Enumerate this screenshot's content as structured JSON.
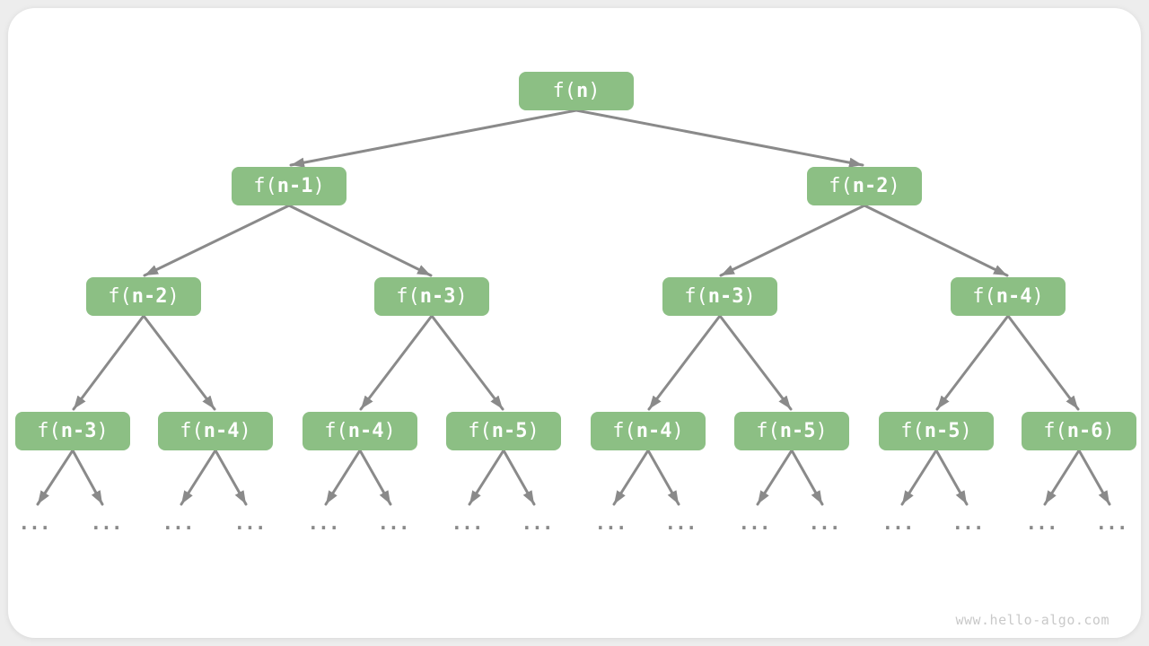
{
  "syntax": {
    "prefix": "f(",
    "suffix": ")"
  },
  "nodes": [
    {
      "label": "f(n)",
      "arg": "n"
    },
    {
      "label": "f(n-1)",
      "arg": "n-1"
    },
    {
      "label": "f(n-2)",
      "arg": "n-2"
    },
    {
      "label": "f(n-2)",
      "arg": "n-2"
    },
    {
      "label": "f(n-3)",
      "arg": "n-3"
    },
    {
      "label": "f(n-3)",
      "arg": "n-3"
    },
    {
      "label": "f(n-4)",
      "arg": "n-4"
    },
    {
      "label": "f(n-3)",
      "arg": "n-3"
    },
    {
      "label": "f(n-4)",
      "arg": "n-4"
    },
    {
      "label": "f(n-4)",
      "arg": "n-4"
    },
    {
      "label": "f(n-5)",
      "arg": "n-5"
    },
    {
      "label": "f(n-4)",
      "arg": "n-4"
    },
    {
      "label": "f(n-5)",
      "arg": "n-5"
    },
    {
      "label": "f(n-5)",
      "arg": "n-5"
    },
    {
      "label": "f(n-6)",
      "arg": "n-6"
    }
  ],
  "tree": {
    "type": "recursion-tree",
    "levels": [
      [
        "f(n)"
      ],
      [
        "f(n-1)",
        "f(n-2)"
      ],
      [
        "f(n-2)",
        "f(n-3)",
        "f(n-3)",
        "f(n-4)"
      ],
      [
        "f(n-3)",
        "f(n-4)",
        "f(n-4)",
        "f(n-5)",
        "f(n-4)",
        "f(n-5)",
        "f(n-5)",
        "f(n-6)"
      ],
      [
        "...",
        "...",
        "...",
        "...",
        "...",
        "...",
        "...",
        "...",
        "...",
        "...",
        "...",
        "...",
        "...",
        "...",
        "...",
        "..."
      ]
    ]
  },
  "ellipsis": "...",
  "watermark": "www.hello-algo.com",
  "colors": {
    "node-green": "#8cbf84",
    "node-text": "#ffffff",
    "arrow-gray": "#8a8a8a",
    "watermark-gray": "#c9c9c9",
    "card-bg": "#ffffff",
    "page-bg": "#ededed"
  }
}
